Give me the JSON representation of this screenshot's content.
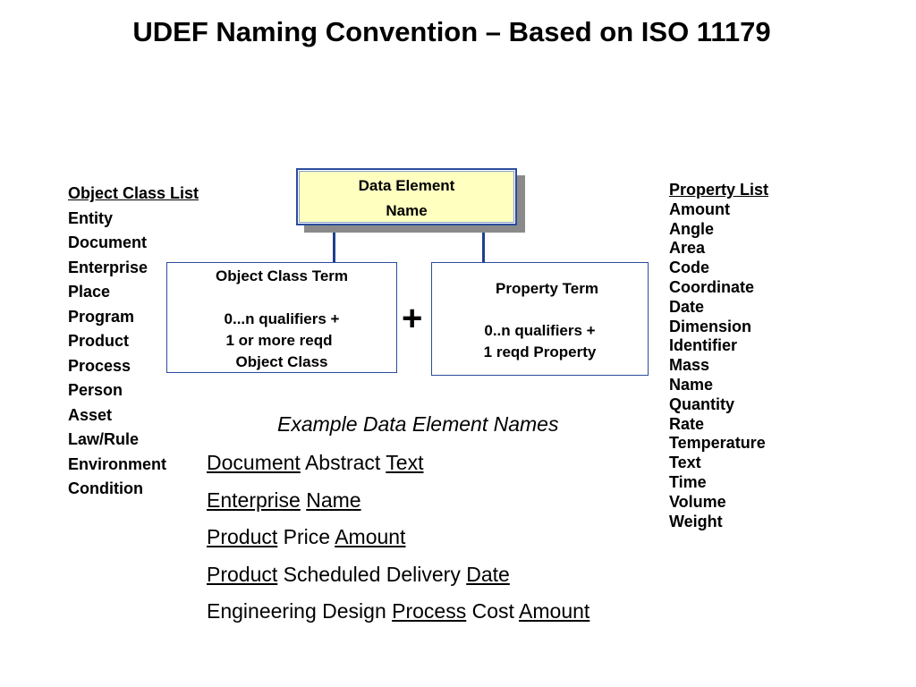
{
  "title": "UDEF Naming Convention – Based on ISO 11179",
  "object_class_list": {
    "heading": "Object Class List",
    "items": [
      "Entity",
      "Document",
      "Enterprise",
      "Place",
      "Program",
      "Product",
      "Process",
      "Person",
      "Asset",
      "Law/Rule",
      "Environment",
      "Condition"
    ]
  },
  "property_list": {
    "heading": "Property List",
    "items": [
      "Amount",
      "Angle",
      "Area",
      "Code",
      "Coordinate",
      "Date",
      "Dimension",
      "Identifier",
      "Mass",
      "Name",
      "Quantity",
      "Rate",
      "Temperature",
      "Text",
      "Time",
      "Volume",
      "Weight"
    ]
  },
  "data_element": {
    "line1": "Data Element",
    "line2": "Name"
  },
  "object_class_term": {
    "title": "Object Class Term",
    "line1": "0...n qualifiers +",
    "line2": "1 or more reqd",
    "line3": "Object Class"
  },
  "plus_sign": "+",
  "property_term": {
    "title": "Property Term",
    "line1": "0..n qualifiers +",
    "line2": "1 reqd Property"
  },
  "examples": {
    "heading": "Example Data Element Names",
    "rows": [
      [
        {
          "text": "Document",
          "u": true
        },
        {
          "text": " Abstract ",
          "u": false
        },
        {
          "text": "Text",
          "u": true
        }
      ],
      [
        {
          "text": "Enterprise",
          "u": true
        },
        {
          "text": " ",
          "u": false
        },
        {
          "text": "Name",
          "u": true
        }
      ],
      [
        {
          "text": "Product",
          "u": true
        },
        {
          "text": " Price ",
          "u": false
        },
        {
          "text": "Amount",
          "u": true
        }
      ],
      [
        {
          "text": "Product",
          "u": true
        },
        {
          "text": " Scheduled Delivery ",
          "u": false
        },
        {
          "text": "Date",
          "u": true
        }
      ],
      [
        {
          "text": "Engineering Design ",
          "u": false
        },
        {
          "text": "Process",
          "u": true
        },
        {
          "text": " Cost ",
          "u": false
        },
        {
          "text": "Amount",
          "u": true
        }
      ]
    ]
  },
  "colors": {
    "box_border": "#2b4c9b",
    "data_element_fill": "#ffffc0",
    "connector": "#1f3f8f"
  }
}
